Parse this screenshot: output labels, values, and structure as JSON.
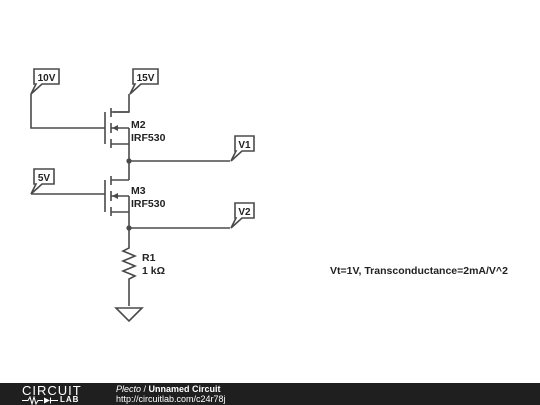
{
  "labels": {
    "tag_10v": "10V",
    "tag_15v": "15V",
    "tag_5v": "5V",
    "tag_v1": "V1",
    "tag_v2": "V2"
  },
  "components": {
    "m2_name": "M2",
    "m2_part": "IRF530",
    "m3_name": "M3",
    "m3_part": "IRF530",
    "r1_name": "R1",
    "r1_value": "1 kΩ"
  },
  "note": "Vt=1V, Transconductance=2mA/V^2",
  "footer": {
    "brand_top": "CIRCUIT",
    "brand_bottom": "LAB",
    "author": "Plecto",
    "separator": " / ",
    "circuit_title": "Unnamed Circuit",
    "url": "http://circuitlab.com/c24r78j"
  },
  "colors": {
    "wire": "#4a4a4a",
    "footer_bg": "#1f1f1f",
    "text": "#222222"
  }
}
